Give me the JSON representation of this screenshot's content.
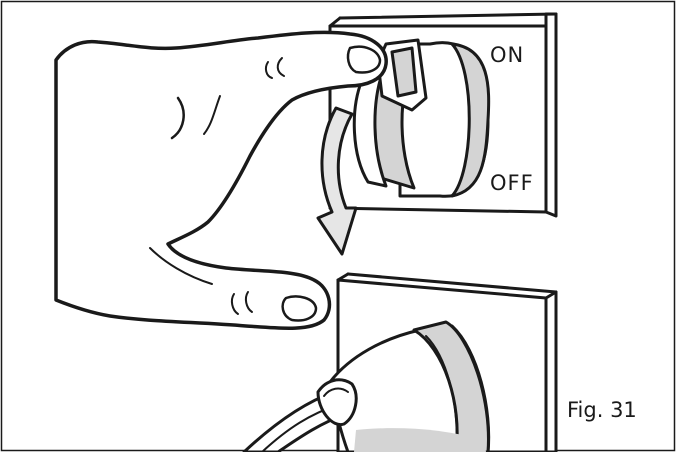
{
  "switch": {
    "on_label": "ON",
    "off_label": "OFF"
  },
  "figure": {
    "caption": "Fig. 31"
  },
  "colors": {
    "line": "#1a1a1a",
    "shade": "#d4d4d4",
    "arrow_fill": "#e6e6e6"
  }
}
